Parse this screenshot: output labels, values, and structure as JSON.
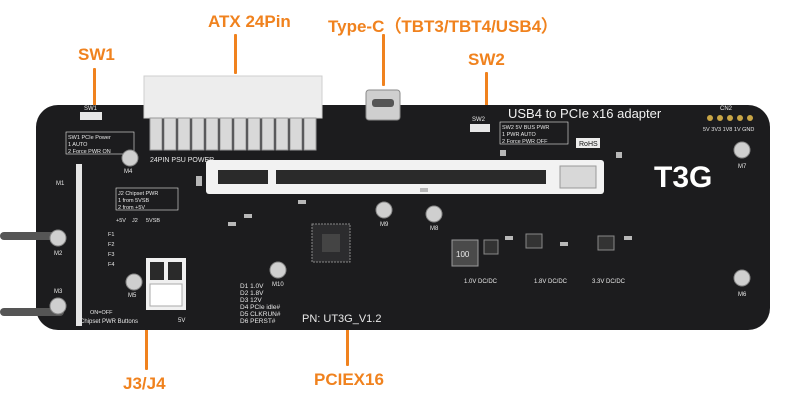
{
  "callouts": {
    "atx": "ATX 24Pin",
    "typec": "Type-C（TBT3/TBT4/USB4）",
    "sw1": "SW1",
    "sw2": "SW2",
    "pciex16": "PCIEX16",
    "j3j4": "J3/J4"
  },
  "board": {
    "product_title": "USB4 to PCIe x16 adapter",
    "brand": "T3G",
    "pn": "PN: UT3G_V1.2",
    "psu_label": "24PIN PSU POWER",
    "rohs": "RoHS",
    "chipset_pwr_buttons": "Chipset PWR Buttons",
    "on_off": "ON=OFF",
    "plus5v": "5V",
    "sw1_label": "SW1",
    "sw2_label": "SW2",
    "cn2_label": "CN2",
    "cn2_pins": "5V 3V3 1V8 1V GND",
    "sw1_table": [
      "SW1 PCIe Power",
      "1 AUTO",
      "2 Force PWR ON"
    ],
    "sw2_table": [
      "SW2 5V BUS PWR",
      "1 PWR AUTO",
      "2 Force PWR OFF"
    ],
    "chipset_table": [
      "J2 Chipset PWR",
      "1 from 5VSB",
      "2 from +5V"
    ],
    "jumper_labels": [
      "+5V",
      "J2",
      "5VSB"
    ],
    "mount_labels": [
      "M1",
      "M2",
      "M3",
      "M4",
      "M5",
      "M6",
      "M7",
      "M8",
      "M9",
      "M10"
    ],
    "leds": [
      "D1 1.0V",
      "D2 1.8V",
      "D3 12V",
      "D4 PCIe idle#",
      "D5 CLKRUN#",
      "D6 PERST#"
    ],
    "dcdc": [
      "1.0V DC/DC",
      "1.8V DC/DC",
      "3.3V DC/DC"
    ],
    "inductor": "100",
    "fuses": [
      "F1",
      "F2",
      "F3",
      "F4"
    ]
  },
  "colors": {
    "accent": "#f0821e",
    "board": "#1c1c1e",
    "silkscreen": "#e8e8e8",
    "gold": "#c9a646"
  }
}
